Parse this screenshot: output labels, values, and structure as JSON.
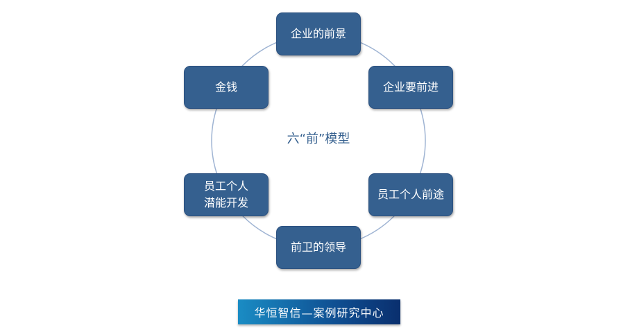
{
  "title": "六“前”模型",
  "nodes": [
    {
      "label": "企业的前景"
    },
    {
      "label": "企业要前进"
    },
    {
      "label": "员工个人前途"
    },
    {
      "label": "前卫的领导"
    },
    {
      "label": "员工个人\n潜能开发"
    },
    {
      "label": "金钱"
    }
  ],
  "banner": "华恒智信—案例研究中心",
  "colors": {
    "node": "#35608f",
    "ring": "#9fb4d3"
  }
}
